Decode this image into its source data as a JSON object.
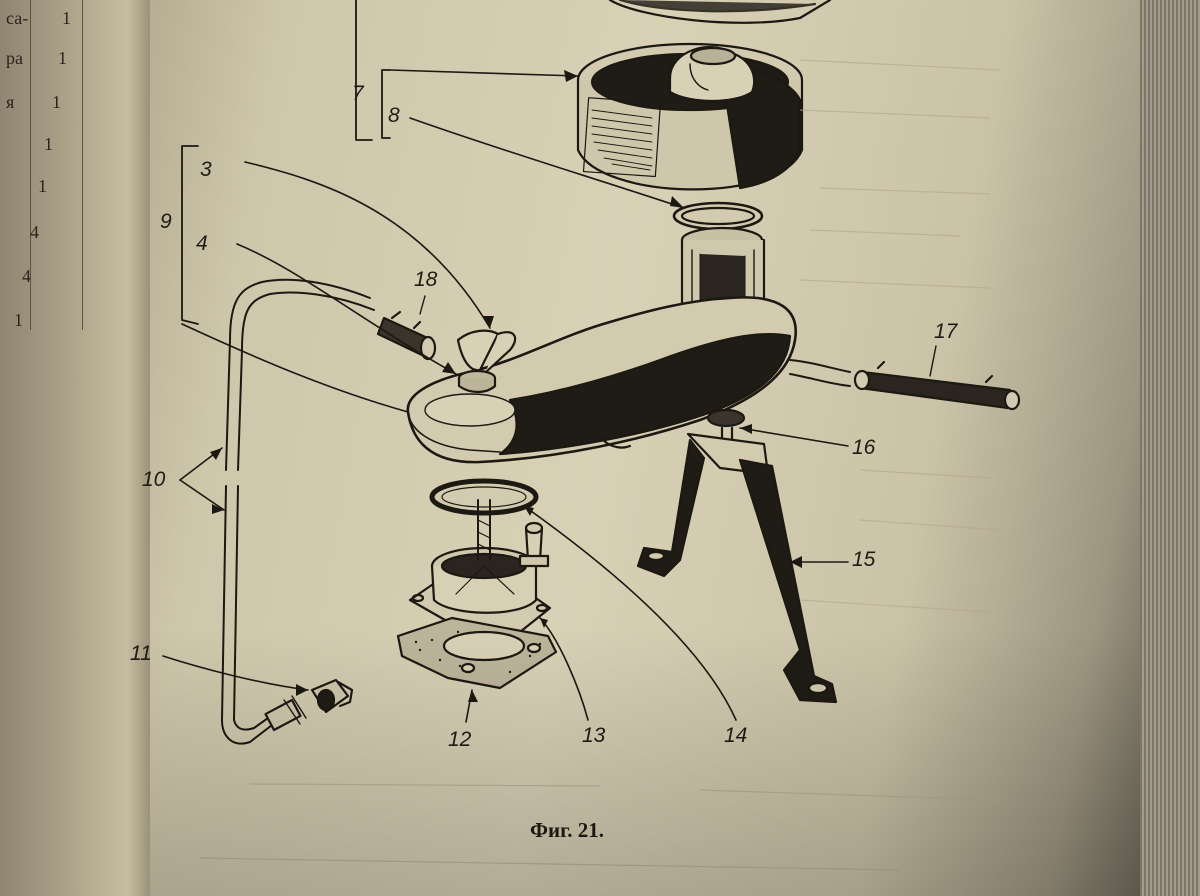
{
  "left_page": {
    "rows": [
      {
        "fragment": "са-",
        "value": "1"
      },
      {
        "fragment": "ра",
        "value": "1"
      },
      {
        "fragment": "я",
        "value": "1"
      },
      {
        "fragment": "",
        "value": "1"
      },
      {
        "fragment": "",
        "value": "1"
      },
      {
        "fragment": "",
        "value": "4"
      },
      {
        "fragment": "",
        "value": "4"
      },
      {
        "fragment": "",
        "value": "1"
      }
    ]
  },
  "figure": {
    "caption": "Фиг. 21.",
    "labels": {
      "l3": "3",
      "l4": "4",
      "l7": "7",
      "l8": "8",
      "l9": "9",
      "l10": "10",
      "l11": "11",
      "l12": "12",
      "l13": "13",
      "l14": "14",
      "l15": "15",
      "l16": "16",
      "l17": "17",
      "l18": "18"
    }
  }
}
